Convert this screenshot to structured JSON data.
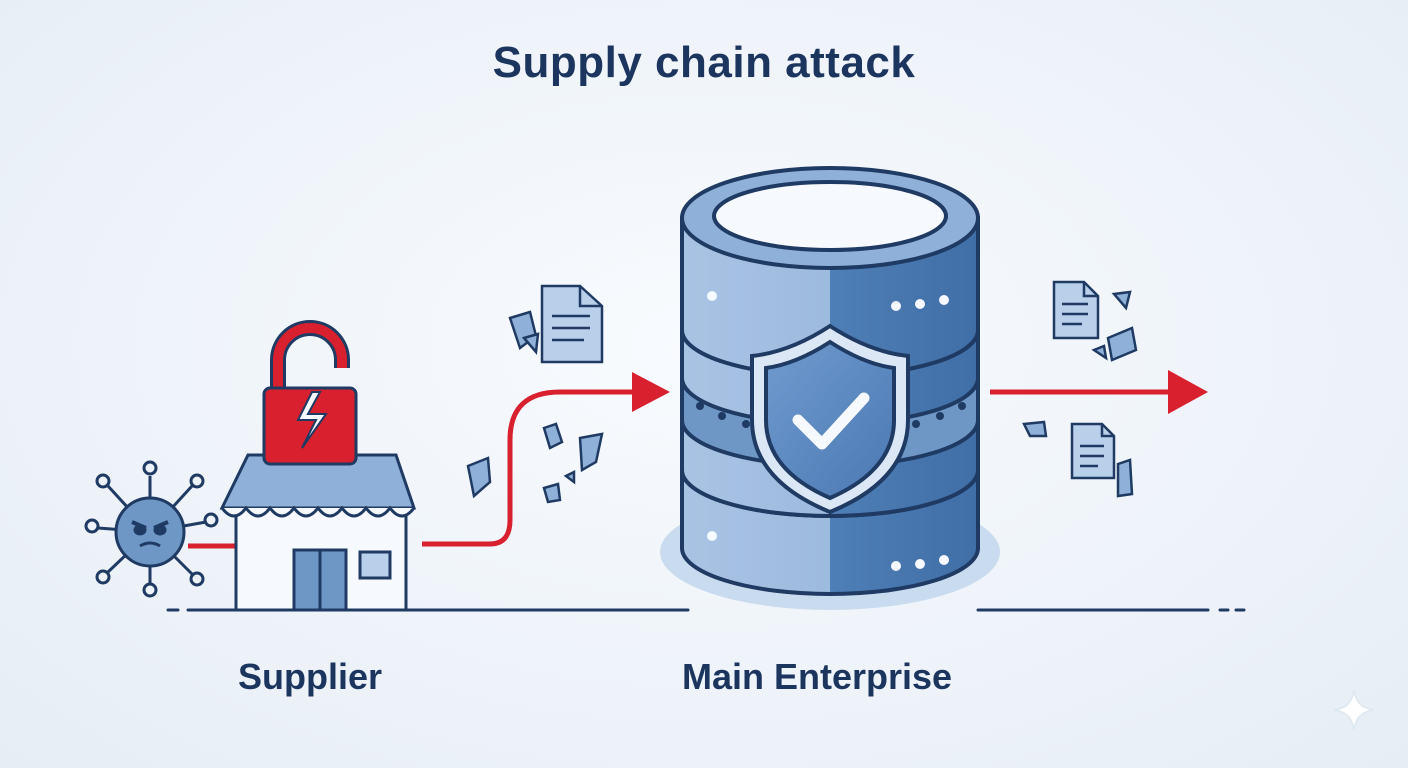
{
  "title": "Supply chain attack",
  "labels": {
    "supplier": "Supplier",
    "enterprise": "Main Enterprise"
  },
  "icons": {
    "attacker": "virus-icon",
    "lock": "broken-unlocked-padlock-icon",
    "supplier": "shop-icon",
    "enterprise": "database-server-icon",
    "shield": "shield-check-icon",
    "documents": "document-icon",
    "fragments": "shard-icon",
    "sparkle": "sparkle-icon"
  },
  "colors": {
    "title": "#1b355f",
    "attack_arrow": "#d8202f",
    "lock": "#d8202f",
    "outline": "#1f3a63",
    "light_blue": "#b9d0ea",
    "mid_blue": "#6f97c6",
    "dark_blue": "#3f6ea7"
  }
}
